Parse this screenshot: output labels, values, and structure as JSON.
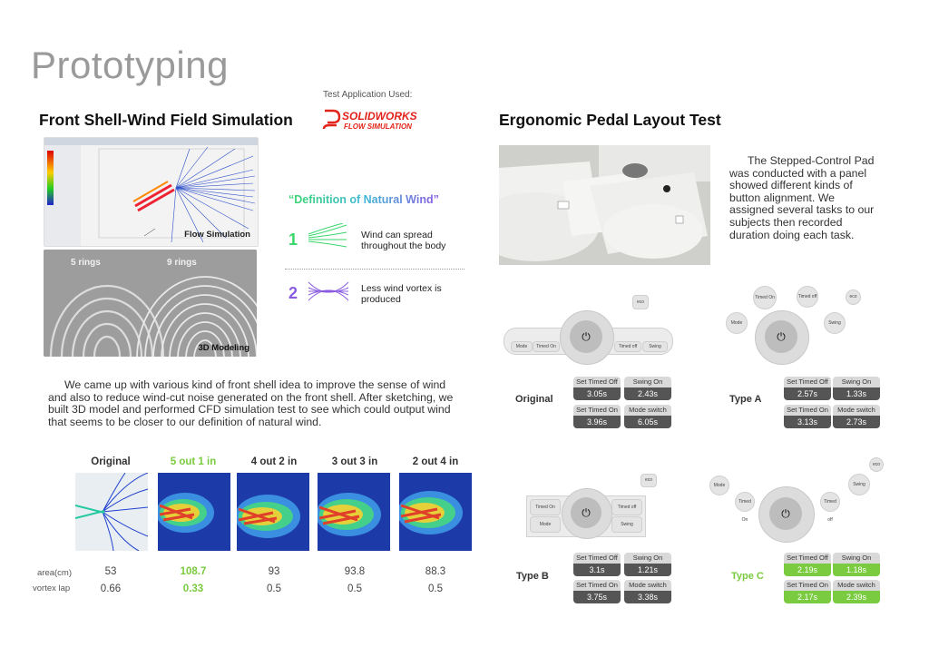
{
  "page_title": "Prototyping",
  "left": {
    "heading": "Front Shell-Wind Field Simulation",
    "test_app_label": "Test Application Used:",
    "logo_main": "SOLIDWORKS",
    "logo_sub": "FLOW SIMULATION",
    "flow_caption": "Flow Simulation",
    "model_caption": "3D Modeling",
    "rings_a": "5 rings",
    "rings_b": "9 rings",
    "definition_title": "“Definition of Natural Wind”",
    "point1_num": "1",
    "point1_text": "Wind can spread throughout the body",
    "point2_num": "2",
    "point2_text": "Less wind vortex is produced",
    "paragraph": "We came up with various kind of front shell idea to improve the sense of wind and also to reduce wind-cut noise generated on the front shell. After sketching, we built 3D model and performed CFD simulation test to see which could output wind that seems to be closer to our definition of natural wind.",
    "sim_headers": [
      "Original",
      "5 out 1 in",
      "4 out 2 in",
      "3 out 3 in",
      "2 out 4 in"
    ],
    "row_label_area": "area(cm)",
    "row_label_vortex": "vortex lap",
    "area_values": [
      "53",
      "108.7",
      "93",
      "93.8",
      "88.3"
    ],
    "vortex_values": [
      "0.66",
      "0.33",
      "0.5",
      "0.5",
      "0.5"
    ],
    "highlight_color": "#7acb3f"
  },
  "right": {
    "heading": "Ergonomic Pedal Layout Test",
    "paragraph": "The Stepped-Control Pad was conducted with a panel showed different kinds of button alignment. We assigned several tasks to our subjects then recorded duration doing each task.",
    "stat_labels": [
      "Set Timed Off",
      "Swing On",
      "Set Timed On",
      "Mode switch"
    ],
    "types": [
      {
        "name": "Original",
        "values": [
          "3.05s",
          "2.43s",
          "3.96s",
          "6.05s"
        ]
      },
      {
        "name": "Type A",
        "values": [
          "2.57s",
          "1.33s",
          "3.13s",
          "2.73s"
        ]
      },
      {
        "name": "Type B",
        "values": [
          "3.1s",
          "1.21s",
          "3.75s",
          "3.38s"
        ]
      },
      {
        "name": "Type C",
        "values": [
          "2.19s",
          "1.18s",
          "2.17s",
          "2.39s"
        ]
      }
    ],
    "pad_labels": {
      "eco": "eco",
      "mode": "Mode",
      "timed_on": "Timed On",
      "timed_off": "Timed off",
      "swing": "Swing"
    }
  }
}
